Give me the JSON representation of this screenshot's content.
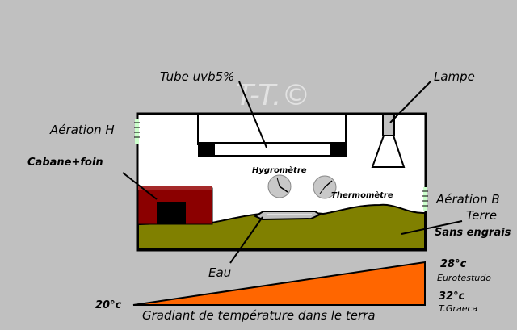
{
  "watermark": "T-T.©",
  "labels": {
    "tube": "Tube uvb5%",
    "lamp": "Lampe",
    "vent_high": "Aération H",
    "shelter": "Cabane+foin",
    "hygrometer": "Hygromètre",
    "thermometer": "Thermomètre",
    "vent_low": "Aération B",
    "soil_1": "Terre",
    "soil_2": "Sans engrais",
    "water": "Eau"
  },
  "gradient": {
    "min_label": "20°c",
    "max_label_1": "28°c",
    "species_1": "Eurotestudo",
    "max_label_2": "32°c",
    "species_2": "T.Graeca",
    "caption": "Gradiant de température dans le terra"
  },
  "colors": {
    "background": "#c0c0c0",
    "tank_interior": "#ffffff",
    "soil": "#808000",
    "shelter": "#8b0000",
    "gradient_fill": "#ff6600",
    "gauge": "#c8c8c8",
    "vent": "#ccffcc"
  },
  "icons": [
    "uv-tube-icon",
    "lamp-icon",
    "hygrometer-icon",
    "thermometer-icon",
    "water-dish-icon",
    "shelter-icon"
  ]
}
